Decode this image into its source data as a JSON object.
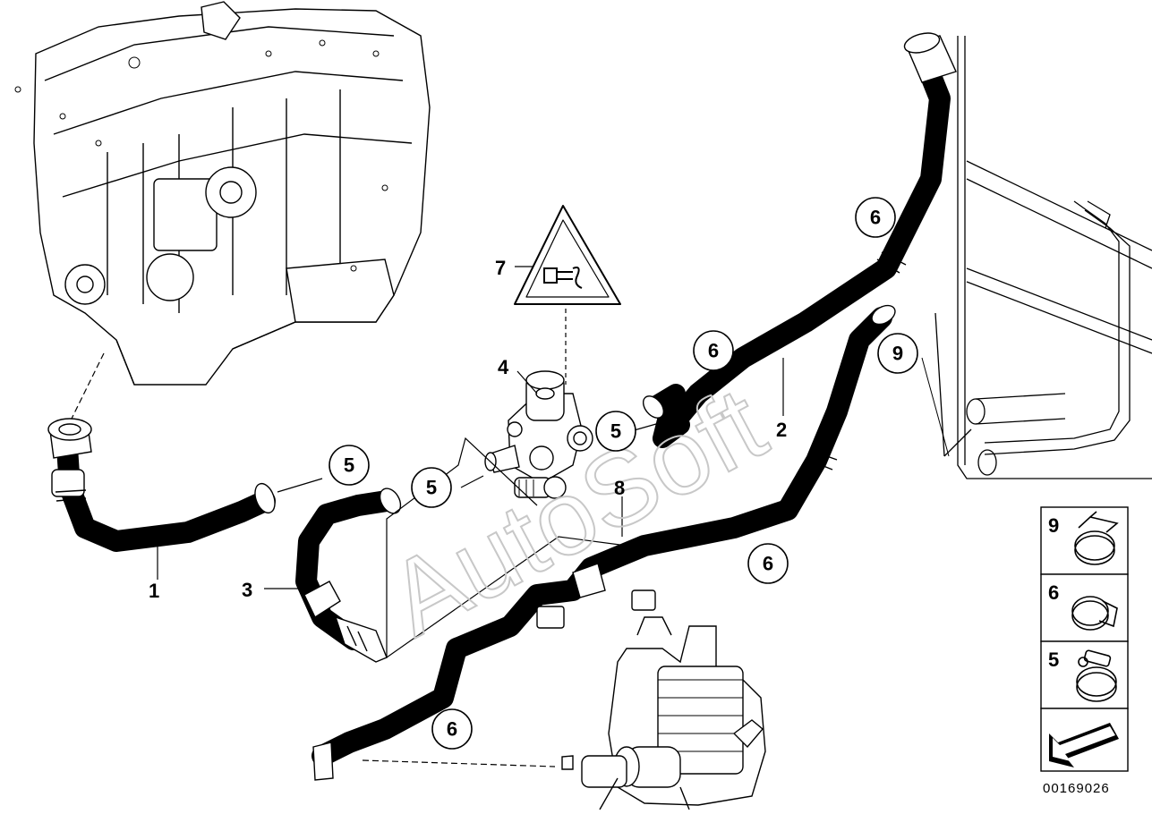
{
  "callouts": {
    "c1": "1",
    "c2": "2",
    "c3": "3",
    "c4": "4",
    "c5a": "5",
    "c5b": "5",
    "c5c": "5",
    "c6a": "6",
    "c6b": "6",
    "c6c": "6",
    "c6d": "6",
    "c7": "7",
    "c8": "8",
    "c9": "9"
  },
  "legend": {
    "items": [
      {
        "number": "9",
        "icon": "clip-band-clamp-icon"
      },
      {
        "number": "6",
        "icon": "spring-clamp-icon"
      },
      {
        "number": "5",
        "icon": "worm-drive-clamp-icon"
      }
    ],
    "nav_icon": "arrow-down-left-icon"
  },
  "watermark": "AutoSoft",
  "diagram_code": "00169026"
}
